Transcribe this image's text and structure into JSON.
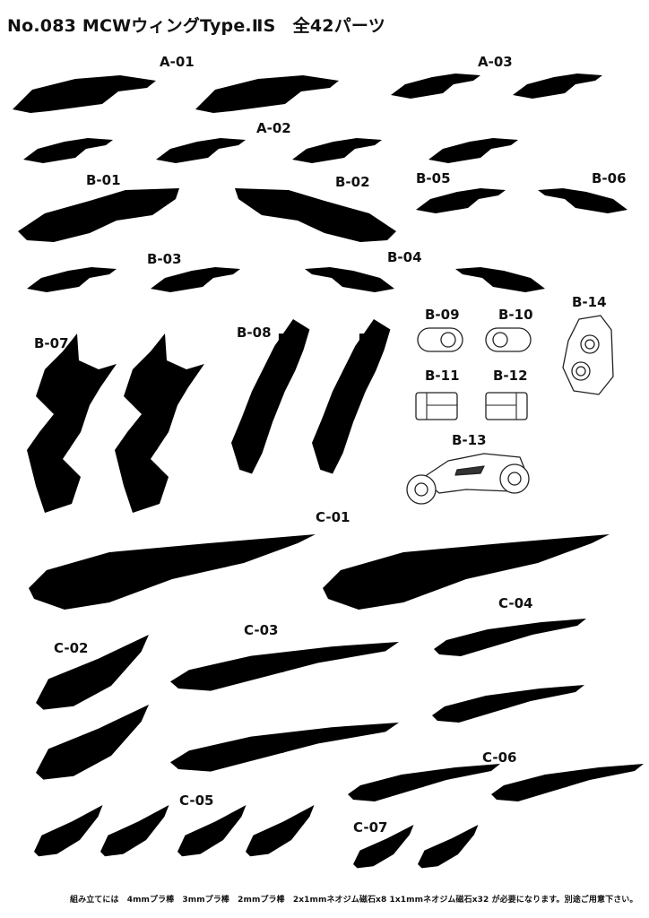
{
  "title": "No.083 MCWウィングType.ⅡS　全42パーツ",
  "labels": {
    "a01": "A-01",
    "a02": "A-02",
    "a03": "A-03",
    "b01": "B-01",
    "b02": "B-02",
    "b03": "B-03",
    "b04": "B-04",
    "b05": "B-05",
    "b06": "B-06",
    "b07": "B-07",
    "b08": "B-08",
    "b09": "B-09",
    "b10": "B-10",
    "b11": "B-11",
    "b12": "B-12",
    "b13": "B-13",
    "b14": "B-14",
    "c01": "C-01",
    "c02": "C-02",
    "c03": "C-03",
    "c04": "C-04",
    "c05": "C-05",
    "c06": "C-06",
    "c07": "C-07"
  },
  "footer": "組み立てには　4mmプラ棒　3mmプラ棒　2mmプラ棒　2x1mmネオジム磁石x8 1x1mmネオジム磁石x32 が必要になります。別途ご用意下さい。"
}
